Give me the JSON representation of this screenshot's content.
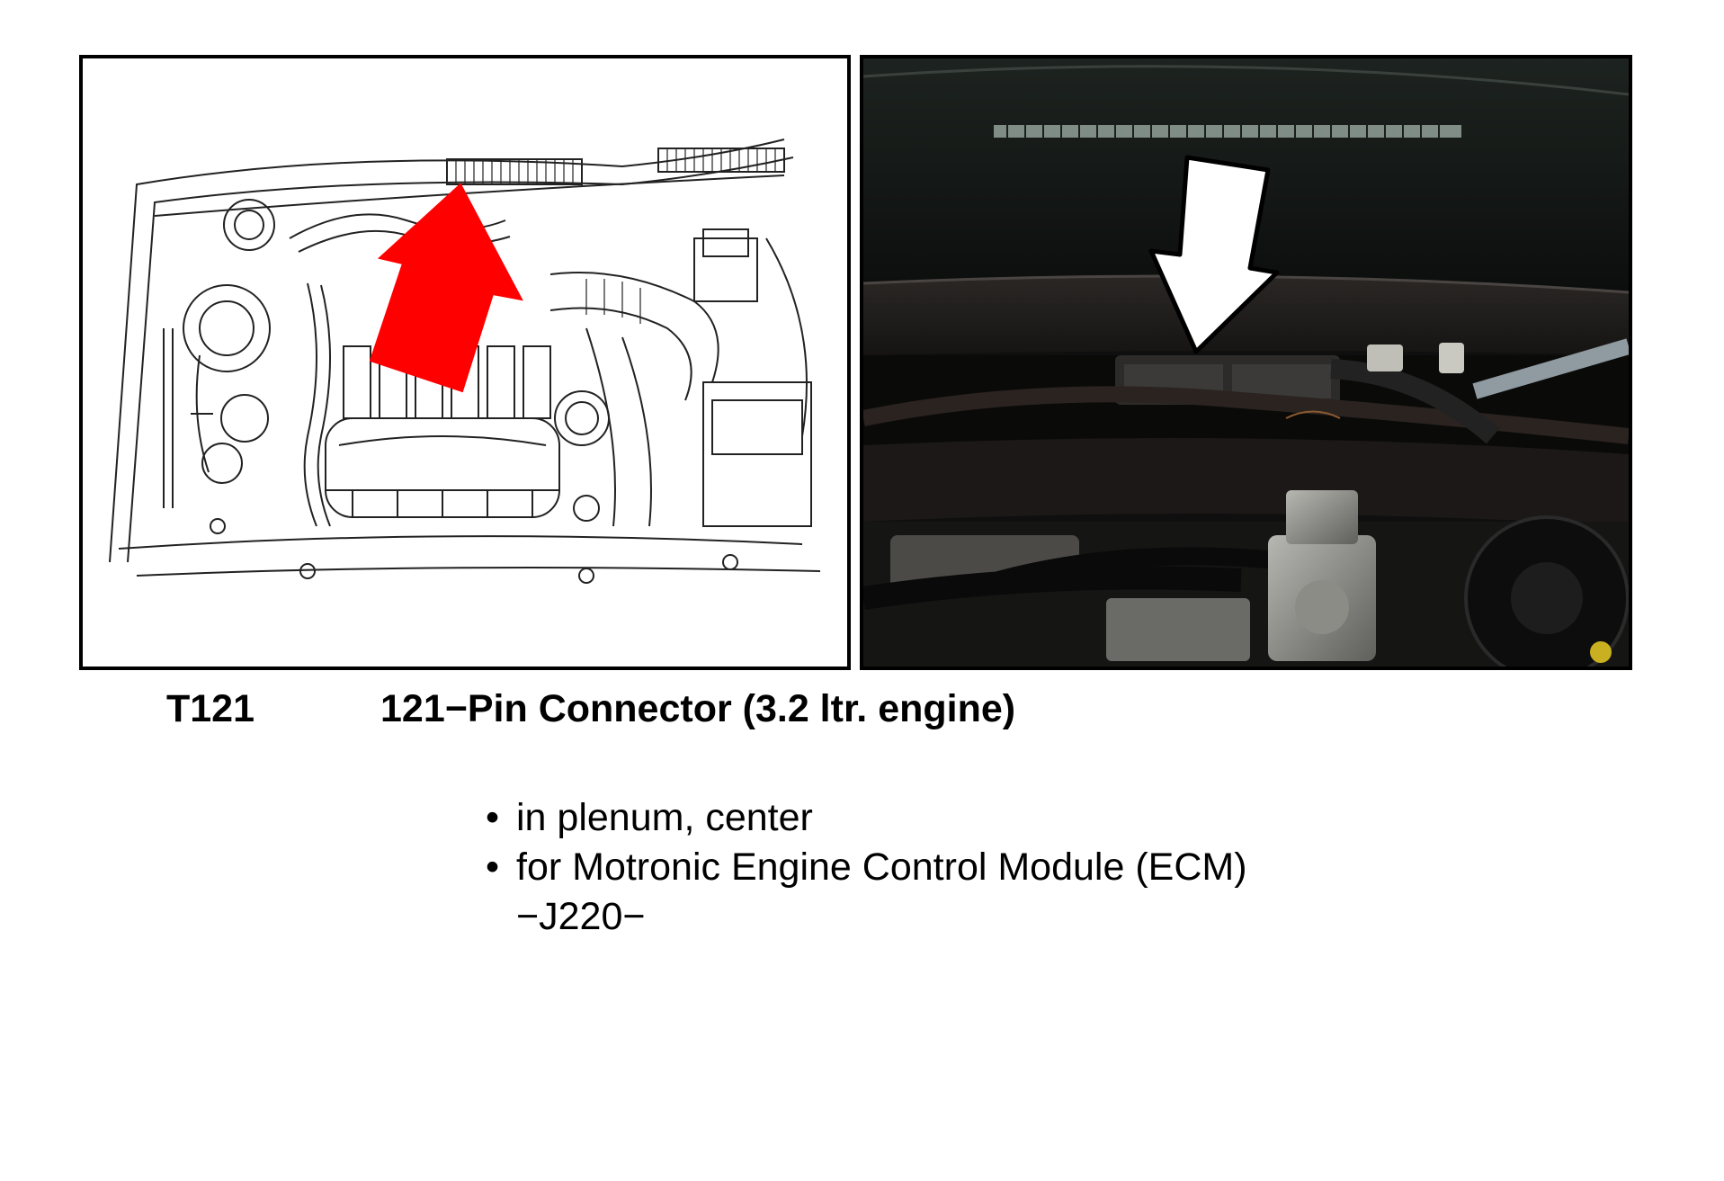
{
  "figure": {
    "left_panel": {
      "kind": "line-drawing",
      "subject": "engine compartment",
      "arrow_color": "#ff0000"
    },
    "right_panel": {
      "kind": "photo",
      "subject": "plenum connector location",
      "arrow_color": "#ffffff"
    }
  },
  "caption": {
    "code": "T121",
    "title": "121−Pin Connector (3.2 ltr. engine)"
  },
  "notes": {
    "bullet": "•",
    "items": [
      "in plenum, center",
      "for Motronic Engine Control Module (ECM)"
    ],
    "continuation": "−J220−"
  }
}
